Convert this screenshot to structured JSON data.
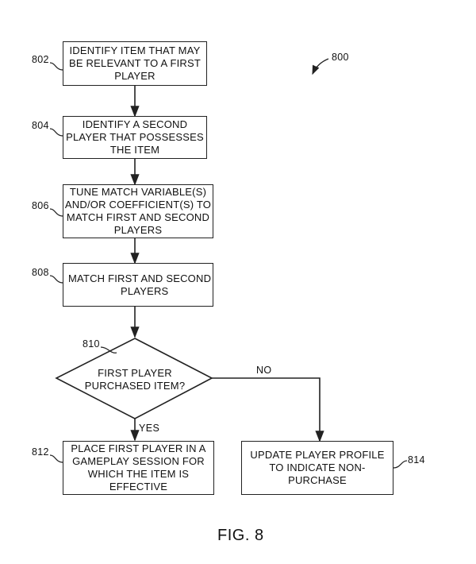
{
  "figure": {
    "number_ref": "800",
    "caption": "FIG. 8"
  },
  "steps": [
    {
      "ref": "802",
      "lines": [
        "IDENTIFY ITEM THAT MAY",
        "BE RELEVANT TO A FIRST",
        "PLAYER"
      ]
    },
    {
      "ref": "804",
      "lines": [
        "IDENTIFY A SECOND",
        "PLAYER THAT POSSESSES",
        "THE ITEM"
      ]
    },
    {
      "ref": "806",
      "lines": [
        "TUNE MATCH VARIABLE(S)",
        "AND/OR COEFFICIENT(S) TO",
        "MATCH FIRST AND SECOND",
        "PLAYERS"
      ]
    },
    {
      "ref": "808",
      "lines": [
        "MATCH FIRST AND SECOND",
        "PLAYERS"
      ]
    }
  ],
  "decision": {
    "ref": "810",
    "lines": [
      "FIRST PLAYER",
      "PURCHASED ITEM?"
    ],
    "yes_label": "YES",
    "no_label": "NO"
  },
  "outcomes": {
    "yes": {
      "ref": "812",
      "lines": [
        "PLACE FIRST PLAYER IN A",
        "GAMEPLAY SESSION FOR",
        "WHICH THE ITEM IS",
        "EFFECTIVE"
      ]
    },
    "no": {
      "ref": "814",
      "lines": [
        "UPDATE PLAYER PROFILE",
        "TO INDICATE NON-",
        "PURCHASE"
      ]
    }
  }
}
